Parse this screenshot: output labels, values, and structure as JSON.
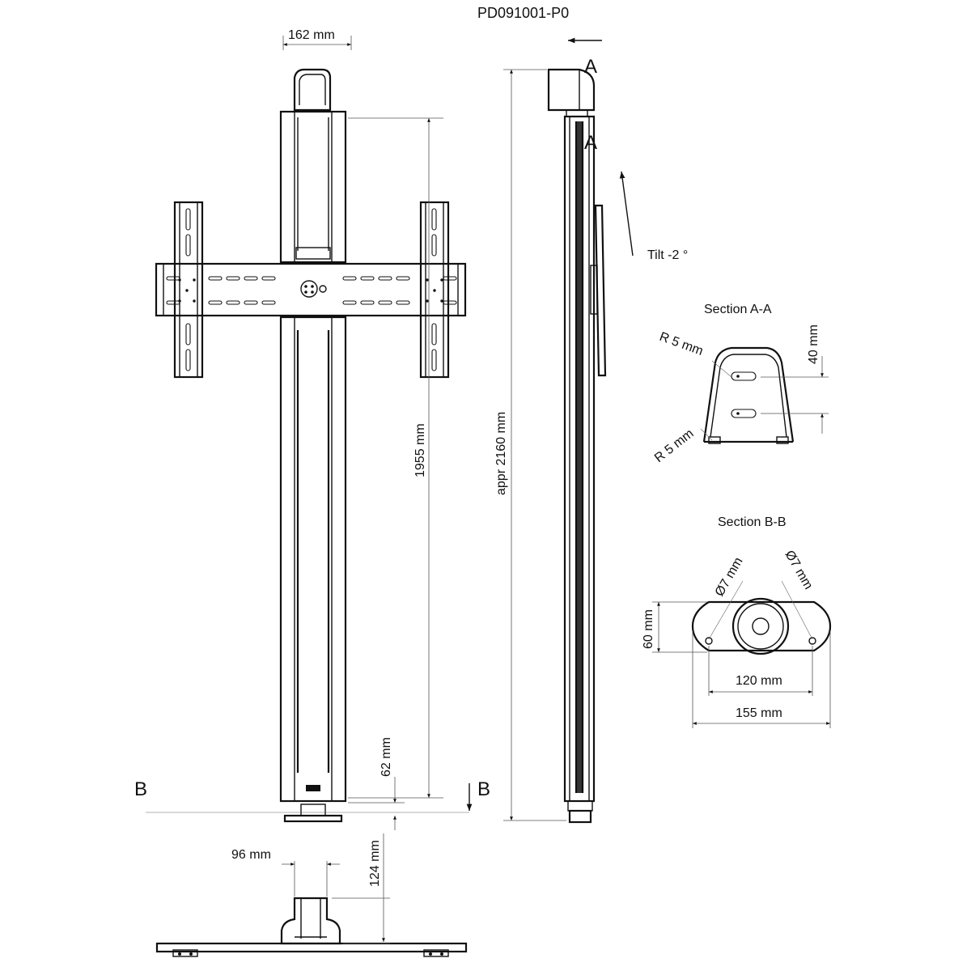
{
  "title": "PD091001-P0",
  "dimensions": {
    "top_width": "162 mm",
    "column_height": "1955 mm",
    "overall_height": "appr  2160  mm",
    "base_offset": "62 mm",
    "base_height": "124 mm",
    "base_width": "96 mm"
  },
  "labels": {
    "section_marker_a_top": "A",
    "section_marker_a_bottom": "A",
    "section_marker_b_left": "B",
    "section_marker_b_right": "B",
    "tilt": "Tilt -2 °"
  },
  "section_aa": {
    "title": "Section A-A",
    "radius_top": "R 5 mm",
    "radius_bottom": "R 5 mm",
    "height": "40 mm"
  },
  "section_bb": {
    "title": "Section B-B",
    "hole_left": "Ø7 mm",
    "hole_right": "Ø7 mm",
    "height": "60 mm",
    "hole_spacing": "120 mm",
    "width": "155 mm"
  }
}
